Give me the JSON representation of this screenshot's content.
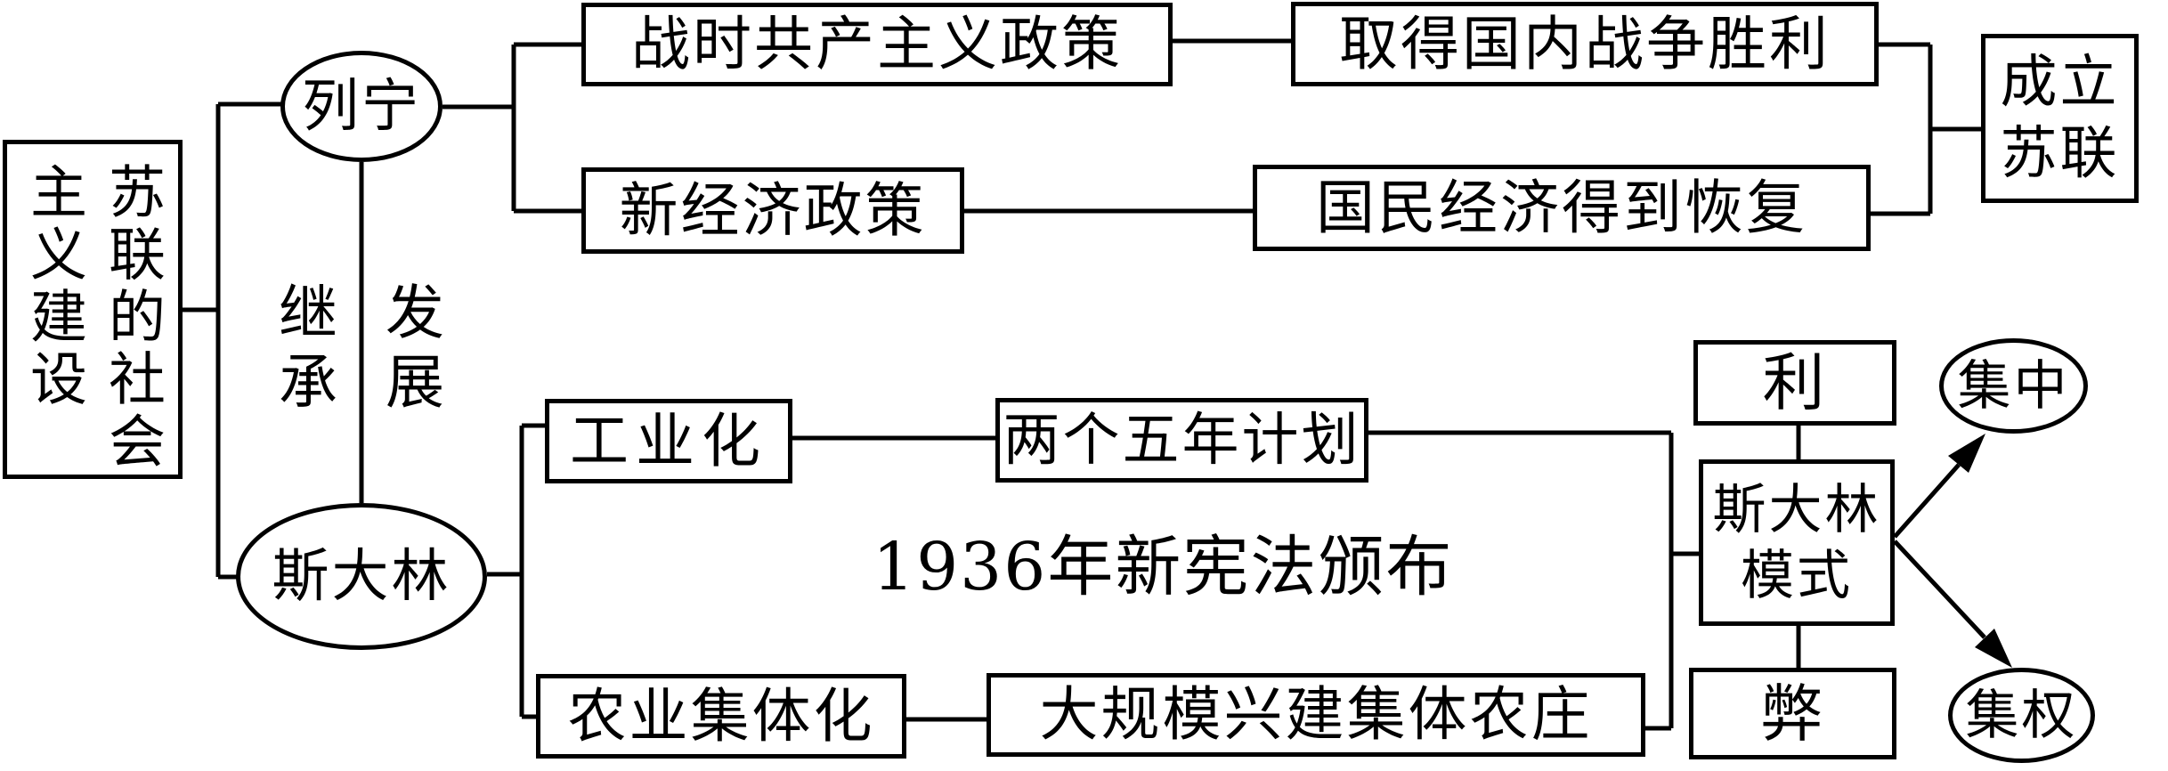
{
  "colors": {
    "line": "#000000",
    "background": "#ffffff",
    "text": "#000000"
  },
  "nodes": {
    "main": {
      "full": "苏联的社会主义建设",
      "col_right": "苏联的社会",
      "col_left": "主义建设"
    },
    "lenin": "列宁",
    "stalin": "斯大林",
    "inherit": "继承",
    "develop": "发展",
    "war_communism": "战时共产主义政策",
    "civil_war_victory": "取得国内战争胜利",
    "nep": "新经济政策",
    "economy_recovered": "国民经济得到恢复",
    "founding": {
      "full": "成立苏联",
      "line1": "成立",
      "line2": "苏联"
    },
    "industrialization": "工业化",
    "five_year_plans": "两个五年计划",
    "constitution_1936": "1936年新宪法颁布",
    "agri_collectivization": "农业集体化",
    "collective_farms": "大规模兴建集体农庄",
    "stalin_model": {
      "full": "斯大林模式",
      "line1": "斯大林",
      "line2": "模式"
    },
    "pros": "利",
    "cons": "弊",
    "concentration": "集中",
    "centralization": "集权"
  },
  "edges": [
    {
      "from": "main",
      "to": "lenin"
    },
    {
      "from": "main",
      "to": "stalin"
    },
    {
      "from": "lenin",
      "to": "stalin",
      "labels": [
        "继承",
        "发展"
      ]
    },
    {
      "from": "lenin",
      "to": "war_communism"
    },
    {
      "from": "lenin",
      "to": "nep"
    },
    {
      "from": "war_communism",
      "to": "civil_war_victory"
    },
    {
      "from": "nep",
      "to": "economy_recovered"
    },
    {
      "from": "civil_war_victory",
      "to": "founding"
    },
    {
      "from": "economy_recovered",
      "to": "founding"
    },
    {
      "from": "stalin",
      "to": "industrialization"
    },
    {
      "from": "stalin",
      "to": "agri_collectivization"
    },
    {
      "from": "industrialization",
      "to": "five_year_plans"
    },
    {
      "from": "agri_collectivization",
      "to": "collective_farms"
    },
    {
      "from": "five_year_plans",
      "to": "stalin_model"
    },
    {
      "from": "collective_farms",
      "to": "stalin_model"
    },
    {
      "from": "stalin_model",
      "to": "pros"
    },
    {
      "from": "stalin_model",
      "to": "cons"
    },
    {
      "from": "stalin_model",
      "to": "concentration",
      "arrow": true
    },
    {
      "from": "stalin_model",
      "to": "centralization",
      "arrow": true
    }
  ]
}
